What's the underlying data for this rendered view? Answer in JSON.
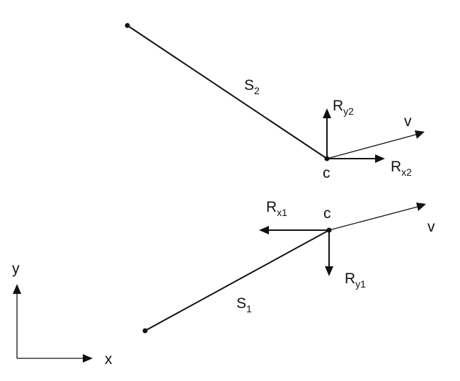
{
  "diagram": {
    "lower_member": {
      "name": "S",
      "name_sub": "1",
      "node_label": "c",
      "velocity_label": "v",
      "rx_label": "R",
      "rx_sub": "x1",
      "ry_label": "R",
      "ry_sub": "y1"
    },
    "upper_member": {
      "name": "S",
      "name_sub": "2",
      "node_label": "c",
      "velocity_label": "v",
      "rx_label": "R",
      "rx_sub": "x2",
      "ry_label": "R",
      "ry_sub": "y2"
    },
    "axes": {
      "x_label": "x",
      "y_label": "y"
    }
  }
}
